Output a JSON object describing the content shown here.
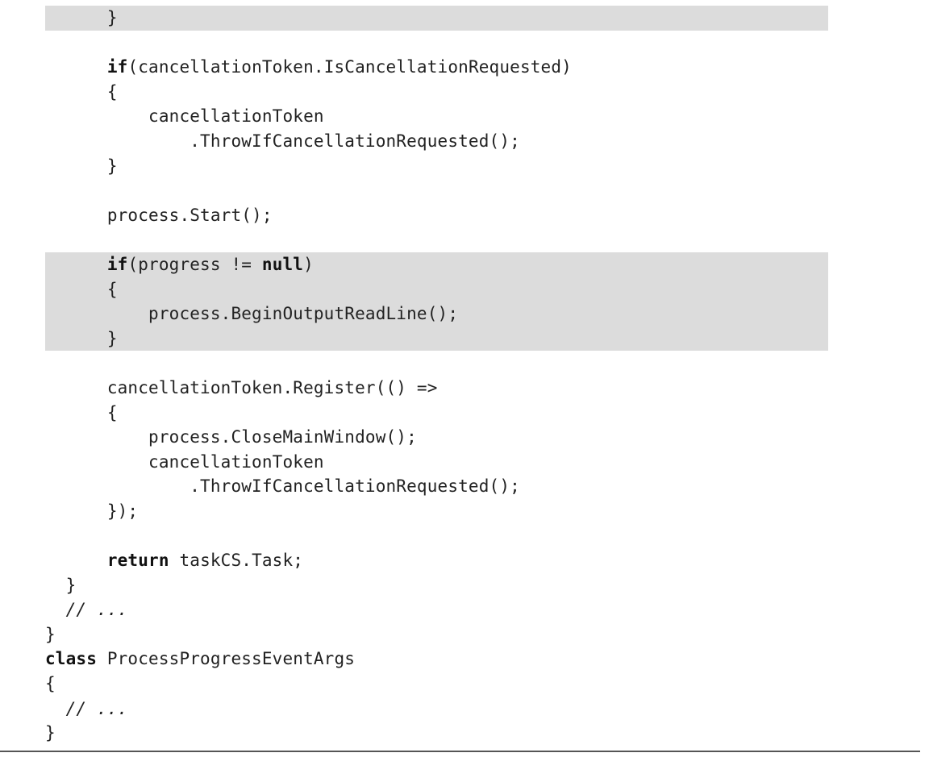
{
  "code_listing": {
    "lines": [
      {
        "hl": true,
        "segs": [
          [
            "p",
            "      }"
          ]
        ]
      },
      {
        "hl": false,
        "segs": []
      },
      {
        "hl": false,
        "segs": [
          [
            "p",
            "      "
          ],
          [
            "kw",
            "if"
          ],
          [
            "p",
            "(cancellationToken.IsCancellationRequested)"
          ]
        ]
      },
      {
        "hl": false,
        "segs": [
          [
            "p",
            "      {"
          ]
        ]
      },
      {
        "hl": false,
        "segs": [
          [
            "p",
            "          cancellationToken"
          ]
        ]
      },
      {
        "hl": false,
        "segs": [
          [
            "p",
            "              .ThrowIfCancellationRequested();"
          ]
        ]
      },
      {
        "hl": false,
        "segs": [
          [
            "p",
            "      }"
          ]
        ]
      },
      {
        "hl": false,
        "segs": []
      },
      {
        "hl": false,
        "segs": [
          [
            "p",
            "      process.Start();"
          ]
        ]
      },
      {
        "hl": false,
        "segs": []
      },
      {
        "hl": true,
        "segs": [
          [
            "p",
            "      "
          ],
          [
            "kw",
            "if"
          ],
          [
            "p",
            "(progress != "
          ],
          [
            "kw",
            "null"
          ],
          [
            "p",
            ")"
          ]
        ]
      },
      {
        "hl": true,
        "segs": [
          [
            "p",
            "      {"
          ]
        ]
      },
      {
        "hl": true,
        "segs": [
          [
            "p",
            "          process.BeginOutputReadLine();"
          ]
        ]
      },
      {
        "hl": true,
        "segs": [
          [
            "p",
            "      }"
          ]
        ]
      },
      {
        "hl": false,
        "segs": []
      },
      {
        "hl": false,
        "segs": [
          [
            "p",
            "      cancellationToken.Register(() =>"
          ]
        ]
      },
      {
        "hl": false,
        "segs": [
          [
            "p",
            "      {"
          ]
        ]
      },
      {
        "hl": false,
        "segs": [
          [
            "p",
            "          process.CloseMainWindow();"
          ]
        ]
      },
      {
        "hl": false,
        "segs": [
          [
            "p",
            "          cancellationToken"
          ]
        ]
      },
      {
        "hl": false,
        "segs": [
          [
            "p",
            "              .ThrowIfCancellationRequested();"
          ]
        ]
      },
      {
        "hl": false,
        "segs": [
          [
            "p",
            "      });"
          ]
        ]
      },
      {
        "hl": false,
        "segs": []
      },
      {
        "hl": false,
        "segs": [
          [
            "p",
            "      "
          ],
          [
            "kw",
            "return"
          ],
          [
            "p",
            " taskCS.Task;"
          ]
        ]
      },
      {
        "hl": false,
        "segs": [
          [
            "p",
            "  }"
          ]
        ]
      },
      {
        "hl": false,
        "segs": [
          [
            "p",
            "  "
          ],
          [
            "cm",
            "// ..."
          ]
        ]
      },
      {
        "hl": false,
        "segs": [
          [
            "p",
            "}"
          ]
        ]
      },
      {
        "hl": false,
        "segs": [
          [
            "kw",
            "class"
          ],
          [
            "p",
            " ProcessProgressEventArgs"
          ]
        ]
      },
      {
        "hl": false,
        "segs": [
          [
            "p",
            "{"
          ]
        ]
      },
      {
        "hl": false,
        "segs": [
          [
            "p",
            "  "
          ],
          [
            "cm",
            "// ..."
          ]
        ]
      },
      {
        "hl": false,
        "segs": [
          [
            "p",
            "}"
          ]
        ]
      }
    ]
  }
}
